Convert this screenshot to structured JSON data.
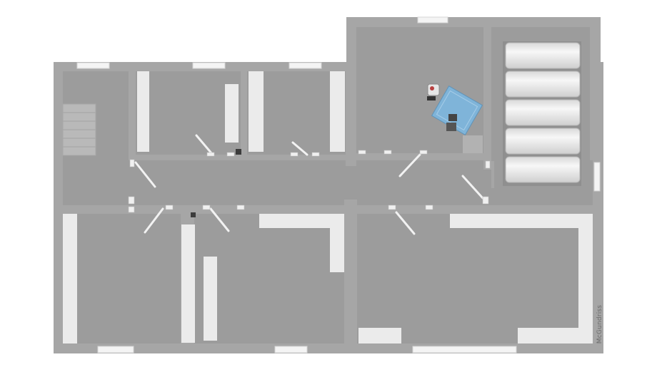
{
  "floor_plan": {
    "watermark": "McGundriss",
    "colors": {
      "background": "#ffffff",
      "wall": "#a6a6a6",
      "floor": "#9c9c9c",
      "built_in": "#ebebeb",
      "window": "#f4f4f4",
      "door": "#f2f2f2",
      "desk_accent": "#7fb4d9"
    },
    "icons": [
      "staircase",
      "desk",
      "office-chair",
      "storage-tanks",
      "door-swing"
    ]
  }
}
